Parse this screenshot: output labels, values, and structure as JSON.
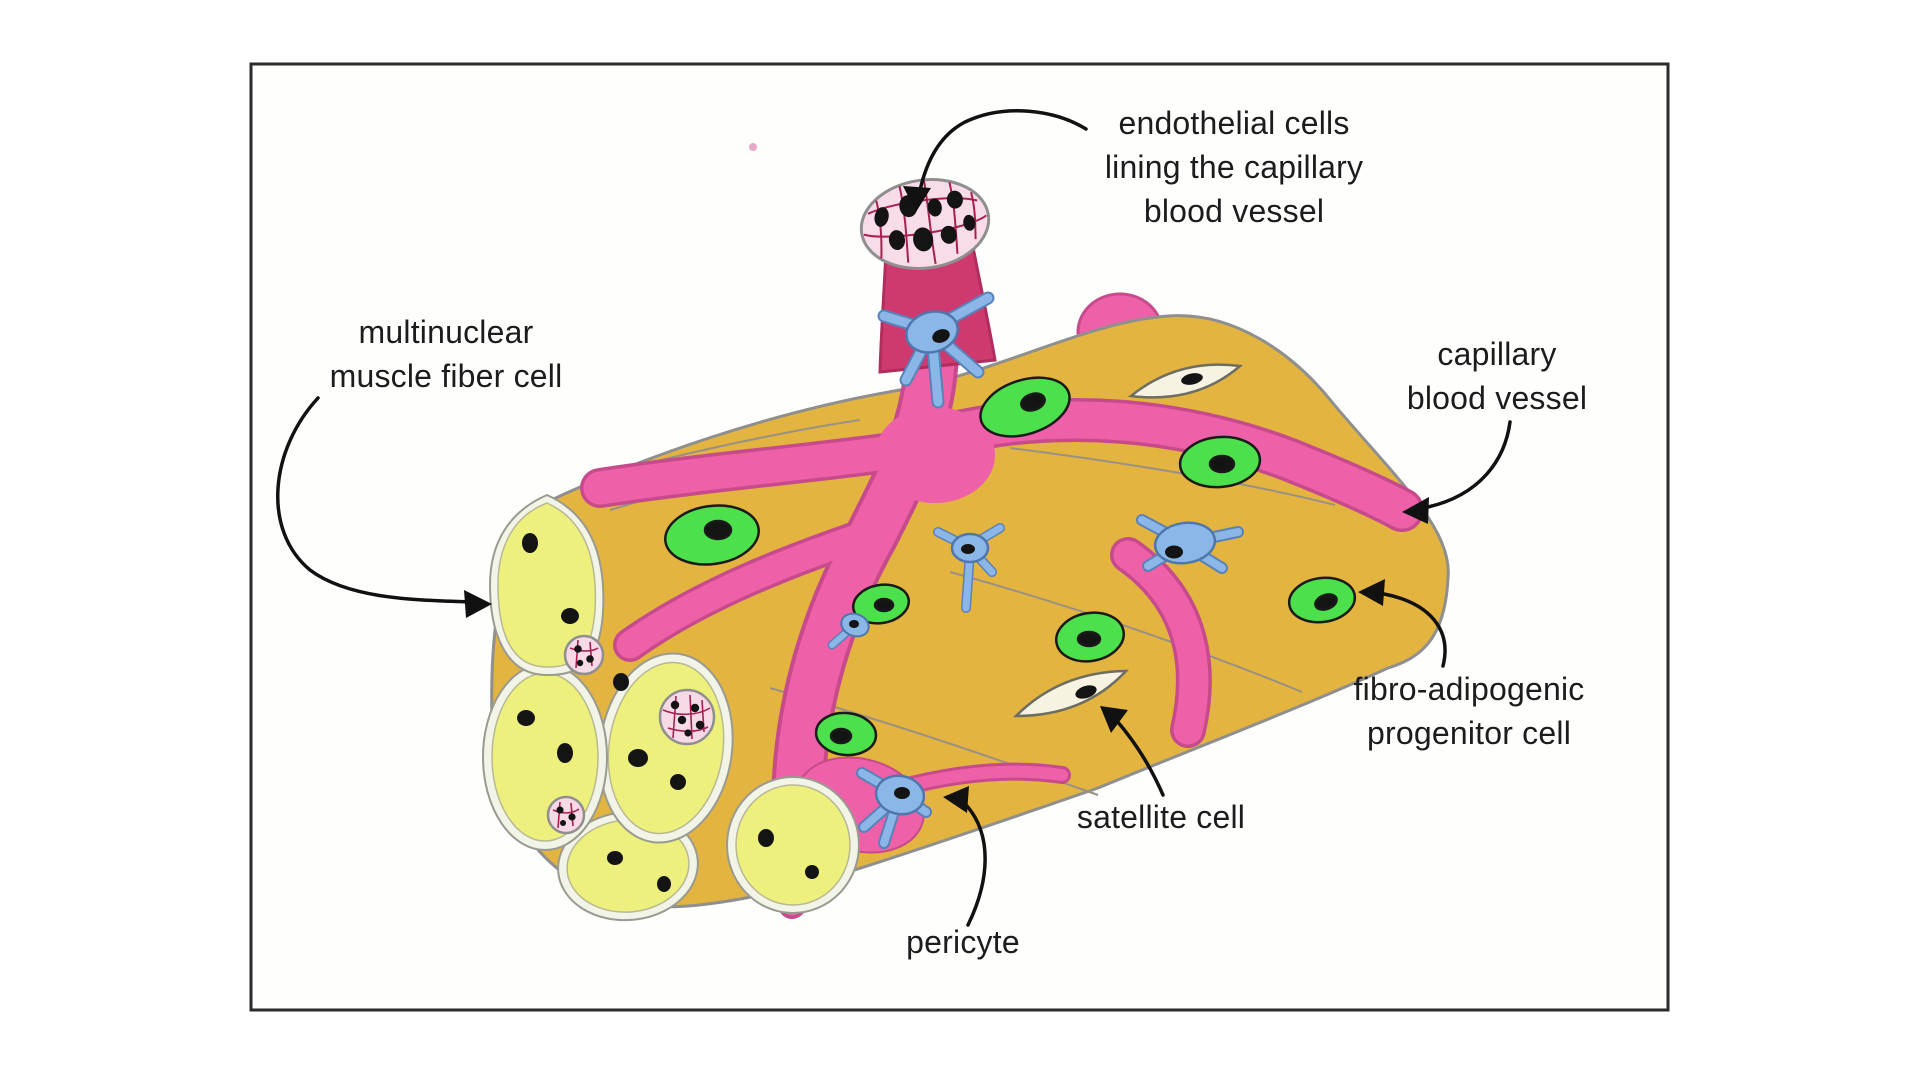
{
  "figure": {
    "labels": {
      "endothelial": "endothelial cells\nlining the capillary\nblood vessel",
      "multinuclear": "multinuclear\nmuscle fiber cell",
      "capillary": "capillary\nblood vessel",
      "fap": "fibro-adipogenic\nprogenitor cell",
      "satellite": "satellite cell",
      "pericyte": "pericyte"
    },
    "colors": {
      "background": "#ffffff",
      "frame_border": "#2b2b2b",
      "muscle_fiber_side": "#e3b43f",
      "muscle_fiber_cut_face": "#edf07d",
      "cut_face_ring": "#f3f4e8",
      "capillary_network_pink": "#ee60a8",
      "capillary_network_outline": "#c74b8c",
      "capillary_stem_crimson": "#ce3a70",
      "endothelial_cell_pink": "#f9dcea",
      "endothelial_cell_border": "#a82052",
      "pericyte_blue": "#8ab7e8",
      "pericyte_blue_outline": "#4f76ad",
      "fap_green": "#4ce04c",
      "satellite_cell_ivory": "#f6f3e3",
      "nucleus_black": "#141414",
      "label_text": "#1c1c1c"
    }
  }
}
